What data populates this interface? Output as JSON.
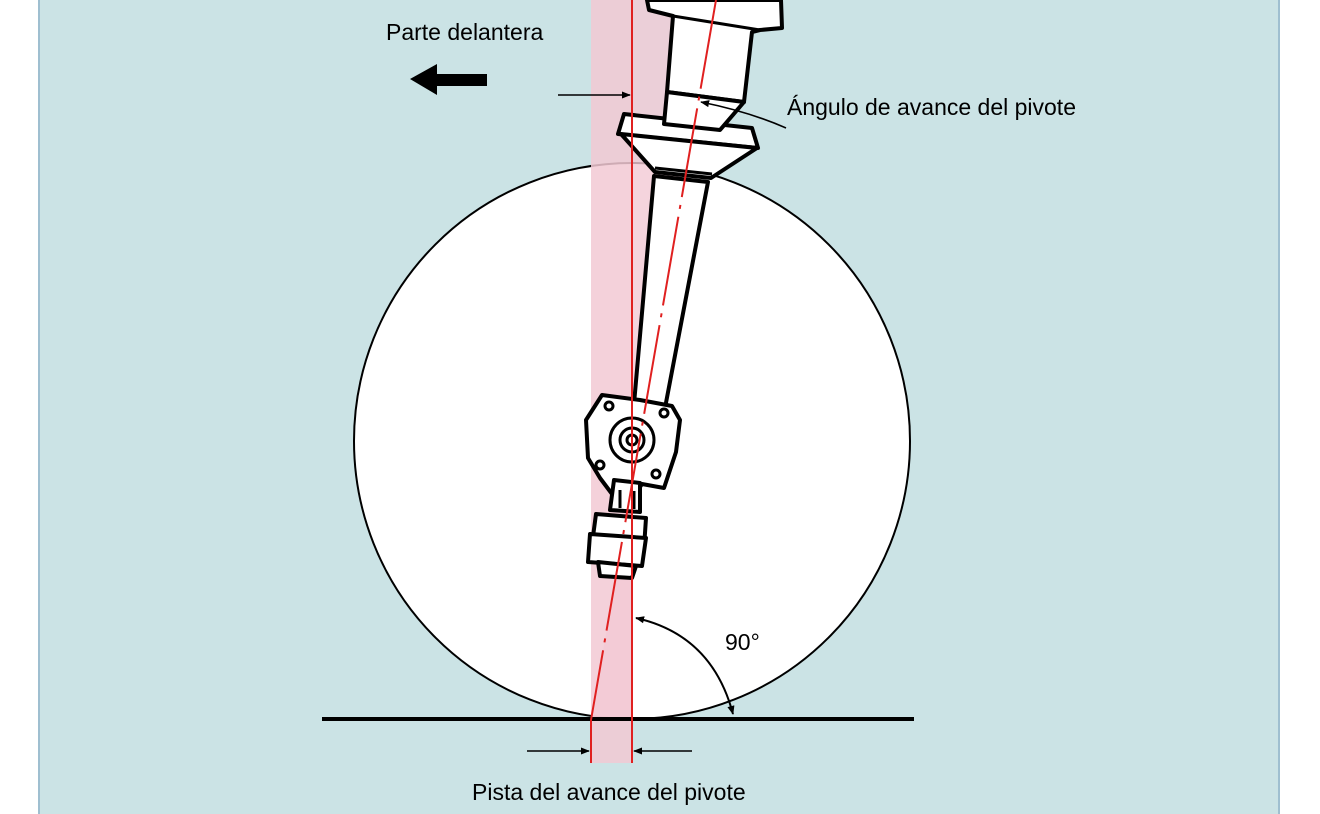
{
  "labels": {
    "front": "Parte delantera",
    "caster_angle": "Ángulo de avance del pivote",
    "right_angle": "90°",
    "caster_trail": "Pista del avance del pivote"
  },
  "colors": {
    "background": "#cbe3e5",
    "border": "#9fbfd0",
    "wheel": "#ffffff",
    "highlight_band": "#f2c9d4",
    "red_line": "#e02020",
    "ink": "#000000"
  },
  "icons": {
    "direction": "arrow-left-icon"
  }
}
